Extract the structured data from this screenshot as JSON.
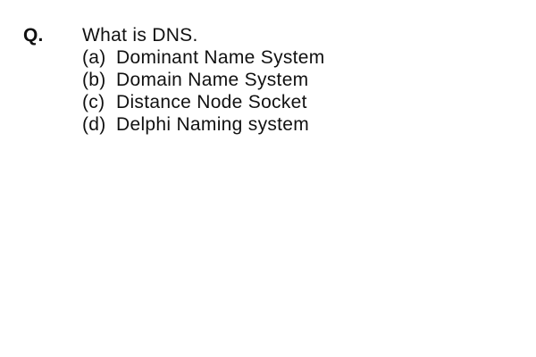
{
  "question": {
    "label": "Q.",
    "text": "What is DNS."
  },
  "options": [
    {
      "letter": "(a)",
      "text": "Dominant Name System"
    },
    {
      "letter": "(b)",
      "text": "Domain Name System"
    },
    {
      "letter": "(c)",
      "text": "Distance Node Socket"
    },
    {
      "letter": "(d)",
      "text": "Delphi Naming system"
    }
  ]
}
